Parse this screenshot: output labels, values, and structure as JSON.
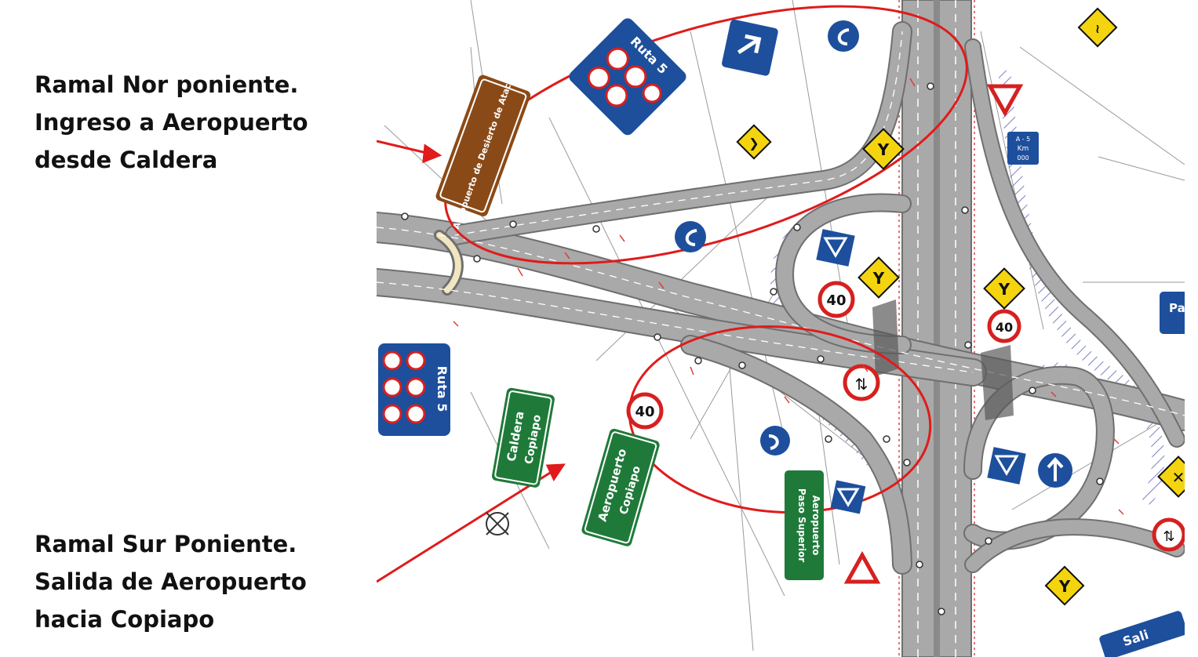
{
  "callouts": {
    "north": {
      "line1": "Ramal Nor poniente.",
      "line2": "Ingreso a Aeropuerto",
      "line3": "desde Caldera"
    },
    "south": {
      "line1": "Ramal Sur Poniente.",
      "line2": "Salida de Aeropuerto",
      "line3": "hacia Copiapo"
    }
  },
  "signs": {
    "aeropuerto_brown": "Aeropuerto de Desierto de Atacama",
    "ruta5_top": "Ruta 5",
    "ruta5_left": "Ruta 5",
    "caldera_line1": "Caldera",
    "caldera_line2": "Copiapo",
    "aeropuerto_line1": "Aeropuerto",
    "aeropuerto_line2": "Copiapo",
    "paso_line1": "Paso Superior",
    "paso_line2": "Aeropuerto",
    "speed_1": "40",
    "speed_2": "40",
    "speed_3": "40",
    "km_box_line1": "A - 5",
    "km_box_line2": "Km",
    "km_box_line3": "000",
    "right_edge_sign": "Pa A",
    "salida": "Sali"
  },
  "colors": {
    "road": "#a9a9a9",
    "road_edge": "#6f6f6f",
    "ellipse": "#e01b1b",
    "arrow": "#e01b1b",
    "sign_blue": "#1d4f9c",
    "sign_green": "#1f7a3a",
    "sign_brown": "#8a4a17",
    "sign_yellow": "#f4d40f",
    "hatch": "#7d7fc4"
  }
}
